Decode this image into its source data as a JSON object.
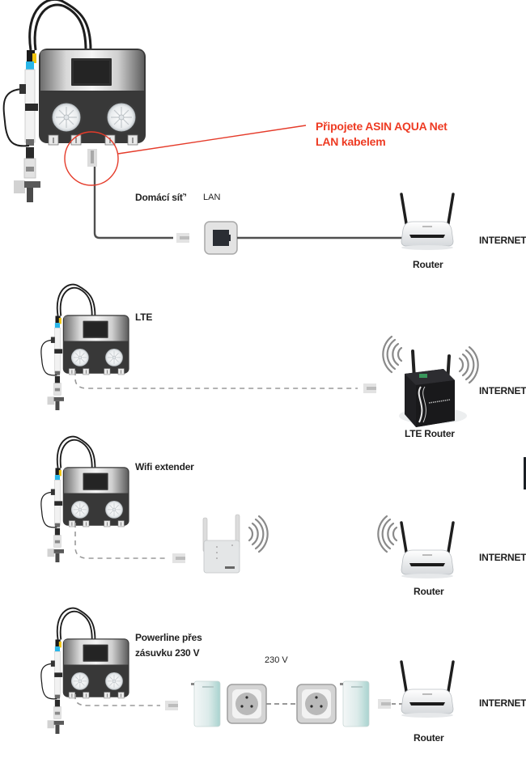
{
  "colors": {
    "callout_red": "#ee3b23",
    "cable_solid": "#555555",
    "cable_dashed": "#9a9a9a",
    "text": "#1f1f1f"
  },
  "callout": {
    "line1": "Připojete ASIN AQUA Net",
    "line2": "LAN kabelem"
  },
  "sections": [
    {
      "id": "lan",
      "title": "Domácí síťʼ",
      "subtitle": "LAN",
      "connection": "solid",
      "devices": [
        "asin-aqua-controller",
        "lan-wall-socket",
        "router"
      ],
      "router_label": "Router",
      "internet_label": "INTERNET"
    },
    {
      "id": "lte",
      "title": "LTE",
      "connection": "dashed",
      "devices": [
        "asin-aqua-controller",
        "lte-router"
      ],
      "router_label": "LTE Router",
      "internet_label": "INTERNET"
    },
    {
      "id": "wifi",
      "title": "Wifi extender",
      "connection": "dashed",
      "devices": [
        "asin-aqua-controller",
        "wifi-extender",
        "router"
      ],
      "router_label": "Router",
      "internet_label": "INTERNET"
    },
    {
      "id": "powerline",
      "title_line1": "Powerline přes",
      "title_line2": "zásuvku 230 V",
      "voltage_label": "230 V",
      "connection": "dashed",
      "devices": [
        "asin-aqua-controller",
        "powerline-adapter",
        "power-socket",
        "power-socket",
        "powerline-adapter",
        "router"
      ],
      "router_label": "Router",
      "internet_label": "INTERNET"
    }
  ]
}
